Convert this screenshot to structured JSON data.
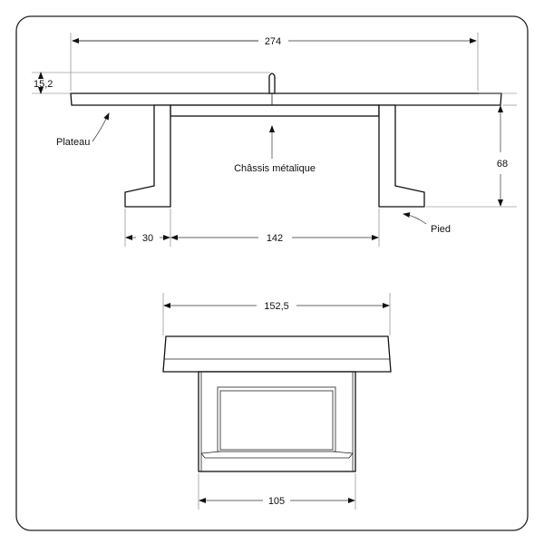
{
  "diagram": {
    "side_view": {
      "dimensions": {
        "total_length": "274",
        "net_height": "15,2",
        "leg_height": "68",
        "foot_width": "30",
        "leg_spacing": "142"
      },
      "labels": {
        "plateau": "Plateau",
        "chassis": "Châssis métalique",
        "pied": "Pied"
      }
    },
    "end_view": {
      "dimensions": {
        "width": "152,5",
        "base_width": "105"
      }
    }
  }
}
